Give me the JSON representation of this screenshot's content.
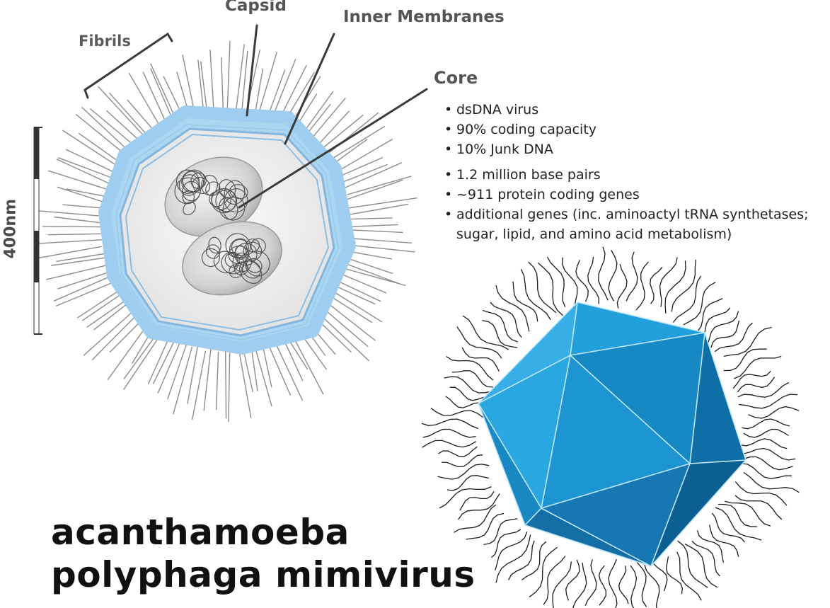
{
  "labels": {
    "fibrils": "Fibrils",
    "capsid": "Capsid",
    "inner_membranes": "Inner Membranes",
    "core": "Core",
    "scale": "400nm"
  },
  "facts": [
    "dsDNA virus",
    "90% coding capacity",
    "10% Junk DNA",
    "1.2 million base pairs",
    "~911 protein coding genes",
    "additional genes (inc. aminoactyl tRNA synthetases; sugar, lipid, and amino acid metabolism)"
  ],
  "title": {
    "line1": "acanthamoeba",
    "line2": "polyphaga mimivirus"
  },
  "icons": {
    "cross_section": "virus-cross-section-icon",
    "icosahedron": "icosahedron-capsid-icon"
  },
  "colors": {
    "capsid_outer": "#a9d6f2",
    "membrane": "#7fb2dd",
    "interior": "#f3f3f3",
    "core": "#c9c9c9",
    "icosahedron": "#1a9ad6",
    "fibril": "#8a8a8a"
  }
}
